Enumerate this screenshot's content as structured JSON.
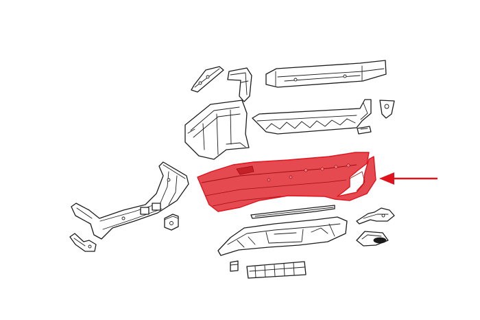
{
  "diagram": {
    "parts": [
      {
        "id": "side-bracket-left",
        "label": ""
      },
      {
        "id": "corner-bracket",
        "label": ""
      },
      {
        "id": "reinforcement-beam",
        "label": ""
      },
      {
        "id": "trim-clip",
        "label": ""
      },
      {
        "id": "inner-fender-panel",
        "label": ""
      },
      {
        "id": "energy-absorber",
        "label": ""
      },
      {
        "id": "reflector-small",
        "label": ""
      },
      {
        "id": "tow-hitch",
        "label": ""
      },
      {
        "id": "hitch-connector",
        "label": ""
      },
      {
        "id": "hitch-side-bracket",
        "label": ""
      },
      {
        "id": "rear-bumper-cover",
        "label": "",
        "highlighted": true
      },
      {
        "id": "trim-strip",
        "label": ""
      },
      {
        "id": "lower-diffuser",
        "label": ""
      },
      {
        "id": "exhaust-bracket",
        "label": ""
      },
      {
        "id": "exhaust-tip",
        "label": ""
      },
      {
        "id": "small-clip",
        "label": ""
      },
      {
        "id": "license-grille",
        "label": ""
      }
    ],
    "highlight_color": "#e0121b",
    "highlight_fill": "#e44a50",
    "arrow_color": "#e0121b",
    "line_color": "#1a1a1a"
  }
}
